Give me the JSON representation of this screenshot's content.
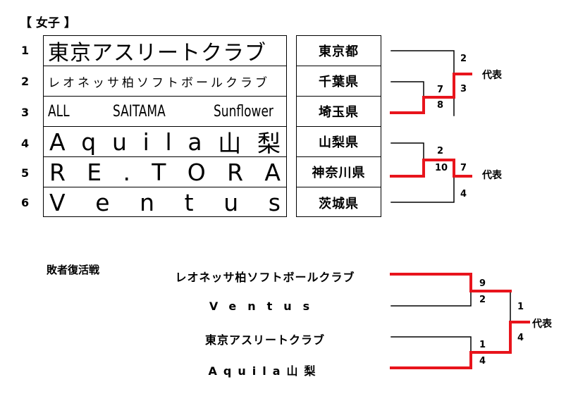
{
  "title": "【 女子 】",
  "rows": [
    {
      "num": "1",
      "team": "東京アスリートクラブ",
      "pref": "東京都"
    },
    {
      "num": "2",
      "team": "レオネッサ柏ソフトボールクラブ",
      "pref": "千葉県"
    },
    {
      "num": "3",
      "team": "ALL SAITAMA Sunflower",
      "pref": "埼玉県"
    },
    {
      "num": "4",
      "team": "Aquila山梨",
      "pref": "山梨県"
    },
    {
      "num": "5",
      "team": "RE.TORA",
      "pref": "神奈川県"
    },
    {
      "num": "6",
      "team": "Ventus",
      "pref": "茨城県"
    }
  ],
  "team_chars": {
    "t3": [
      "ALL",
      "SAITAMA",
      "Sunflower"
    ],
    "t4": [
      "A",
      "q",
      "u",
      "i",
      "l",
      "a",
      "山",
      "梨"
    ],
    "t5": [
      "R",
      "E",
      ".",
      "T",
      "O",
      "R",
      "A"
    ],
    "t6": [
      "V",
      "e",
      "n",
      "t",
      "u",
      "s"
    ]
  },
  "bracket1": {
    "scores": {
      "a": "2",
      "b": "7",
      "c": "8",
      "d": "3"
    },
    "representative": "代表"
  },
  "bracket2": {
    "scores": {
      "a": "2",
      "b": "10",
      "c": "7",
      "d": "4"
    },
    "representative": "代表"
  },
  "repechage": {
    "title": "敗者復活戦",
    "teams": [
      "レオネッサ柏ソフトボールクラブ",
      "Ventus",
      "東京アスリートクラブ",
      "Aquila山梨"
    ],
    "scores": {
      "a": "9",
      "b": "2",
      "c": "1",
      "d": "4",
      "e": "1",
      "f": "4"
    },
    "representative": "代表"
  },
  "colors": {
    "win_line": "#e8141c",
    "line": "#000000"
  }
}
